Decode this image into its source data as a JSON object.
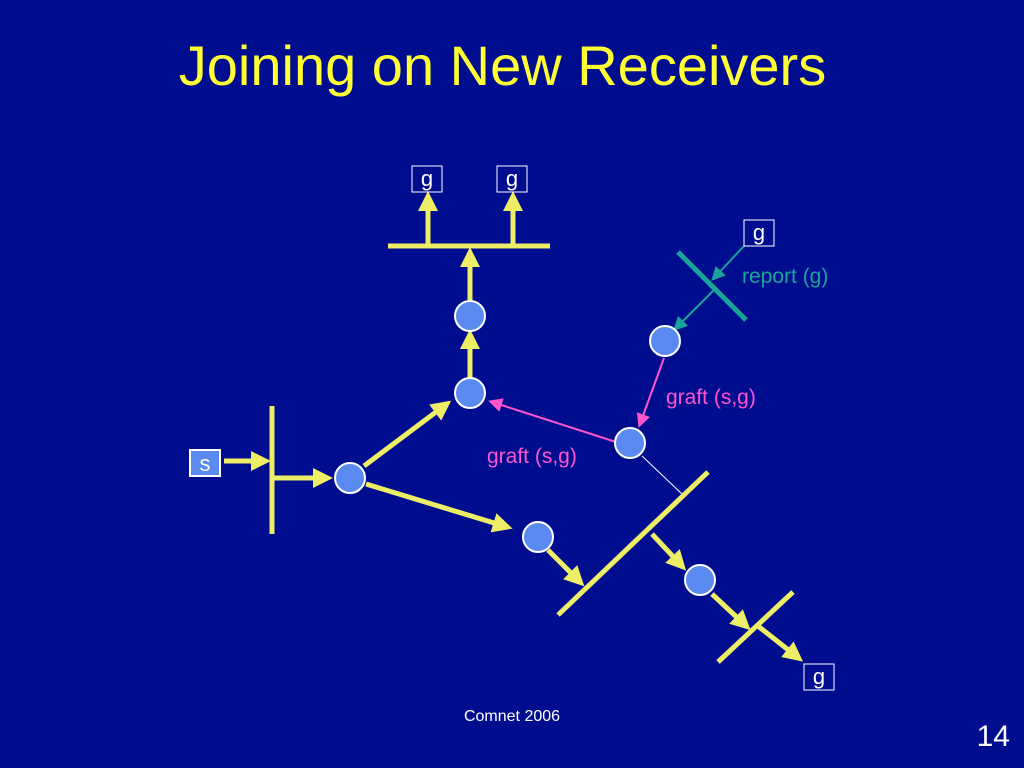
{
  "title": "Joining on New Receivers",
  "footer": "Comnet 2006",
  "page_number": "14",
  "labels": {
    "receiver": "g",
    "source": "s",
    "report": "report (g)",
    "graft_upper": "graft (s,g)",
    "graft_lower": "graft (s,g)"
  },
  "colors": {
    "background": "#000d8f",
    "title": "#ffff33",
    "link": "#eeee66",
    "node": "#5a8af0",
    "igmp": "#1aa39a",
    "graft": "#ff55cc"
  }
}
